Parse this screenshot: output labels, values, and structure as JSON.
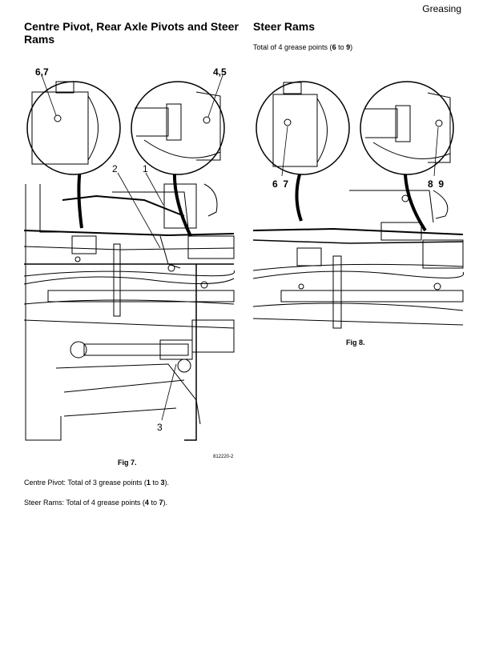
{
  "header": {
    "section": "Greasing"
  },
  "left": {
    "title": "Centre Pivot, Rear Axle Pivots and Steer Rams",
    "callouts": {
      "c67": "6,7",
      "c45": "4,5",
      "c2": "2",
      "c1": "1",
      "c3": "3"
    },
    "ref": "812220-2",
    "caption": "Fig 7."
  },
  "right": {
    "title": "Steer Rams",
    "total": {
      "prefix": "Total of 4 grease points (",
      "a": "6",
      "mid": " to ",
      "b": "9",
      "suffix": ")"
    },
    "callouts": {
      "c67": "6  7",
      "c89": "8  9"
    },
    "caption": "Fig 8."
  },
  "paragraphs": [
    {
      "prefix": "Centre Pivot: Total of 3 grease points (",
      "a": "1",
      "mid": " to ",
      "b": "3",
      "suffix": ")."
    },
    {
      "prefix": "Steer Rams: Total of 4 grease points (",
      "a": "4",
      "mid": " to ",
      "b": "7",
      "suffix": ")."
    }
  ]
}
